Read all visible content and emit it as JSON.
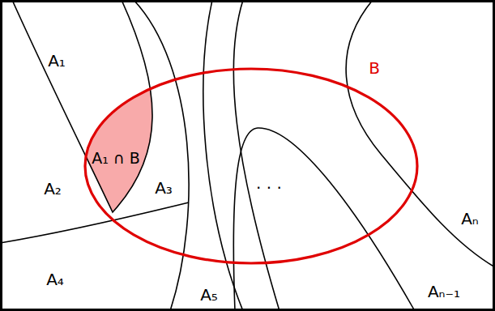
{
  "diagram": {
    "labels": [
      "A₁",
      "B",
      "A₁ ∩ B",
      "A₂",
      "A₃",
      "· · ·",
      "Aₙ",
      "A₄",
      "A₅",
      "Aₙ₋₁"
    ]
  }
}
